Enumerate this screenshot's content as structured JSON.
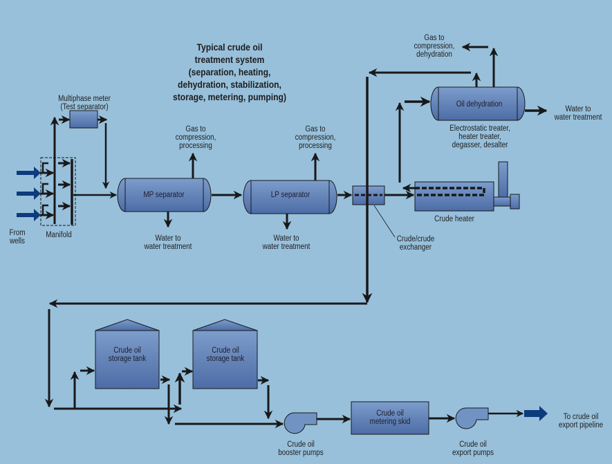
{
  "diagram": {
    "title_lines": [
      "Typical crude oil",
      "treatment system",
      "(separation, heating,",
      "dehydration, stabilization,",
      "storage, metering, pumping)"
    ],
    "colors": {
      "background": "#98c0da",
      "vessel_fill_top": "#7a9acb",
      "vessel_fill_bottom": "#4f6fa8",
      "pump_fill": "#7193c4",
      "pipe": "#18181a",
      "well_arrow": "#0d3b7d"
    },
    "inputs": {
      "from_wells": [
        "From",
        "wells"
      ],
      "manifold": "Manifold",
      "multiphase_meter": [
        "Multiphase meter",
        "(Test separator)"
      ]
    },
    "separators": {
      "mp": {
        "label": "MP separator",
        "gas": [
          "Gas to",
          "compression,",
          "processing"
        ],
        "water": [
          "Water to",
          "water treatment"
        ]
      },
      "lp": {
        "label": "LP separator",
        "gas": [
          "Gas to",
          "compression,",
          "processing"
        ],
        "water": [
          "Water to",
          "water treatment"
        ]
      }
    },
    "dehydration": {
      "label": "Oil dehydration",
      "gas": [
        "Gas to",
        "compression,",
        "dehydration"
      ],
      "water": [
        "Water to",
        "water treatment"
      ],
      "description": [
        "Electrostatic treater,",
        "heater treater,",
        "degasser, desalter"
      ]
    },
    "heater": {
      "label": "Crude heater"
    },
    "exchanger": {
      "label": [
        "Crude/crude",
        "exchanger"
      ]
    },
    "storage_tanks": [
      {
        "label": [
          "Crude oil",
          "storage tank"
        ]
      },
      {
        "label": [
          "Crude oil",
          "storage tank"
        ]
      }
    ],
    "booster_pumps": {
      "label": [
        "Crude oil",
        "booster pumps"
      ]
    },
    "metering_skid": {
      "label": [
        "Crude oil",
        "metering skid"
      ]
    },
    "export_pumps": {
      "label": [
        "Crude oil",
        "export pumps"
      ]
    },
    "export": {
      "label": [
        "To crude oil",
        "export pipeline"
      ]
    }
  }
}
